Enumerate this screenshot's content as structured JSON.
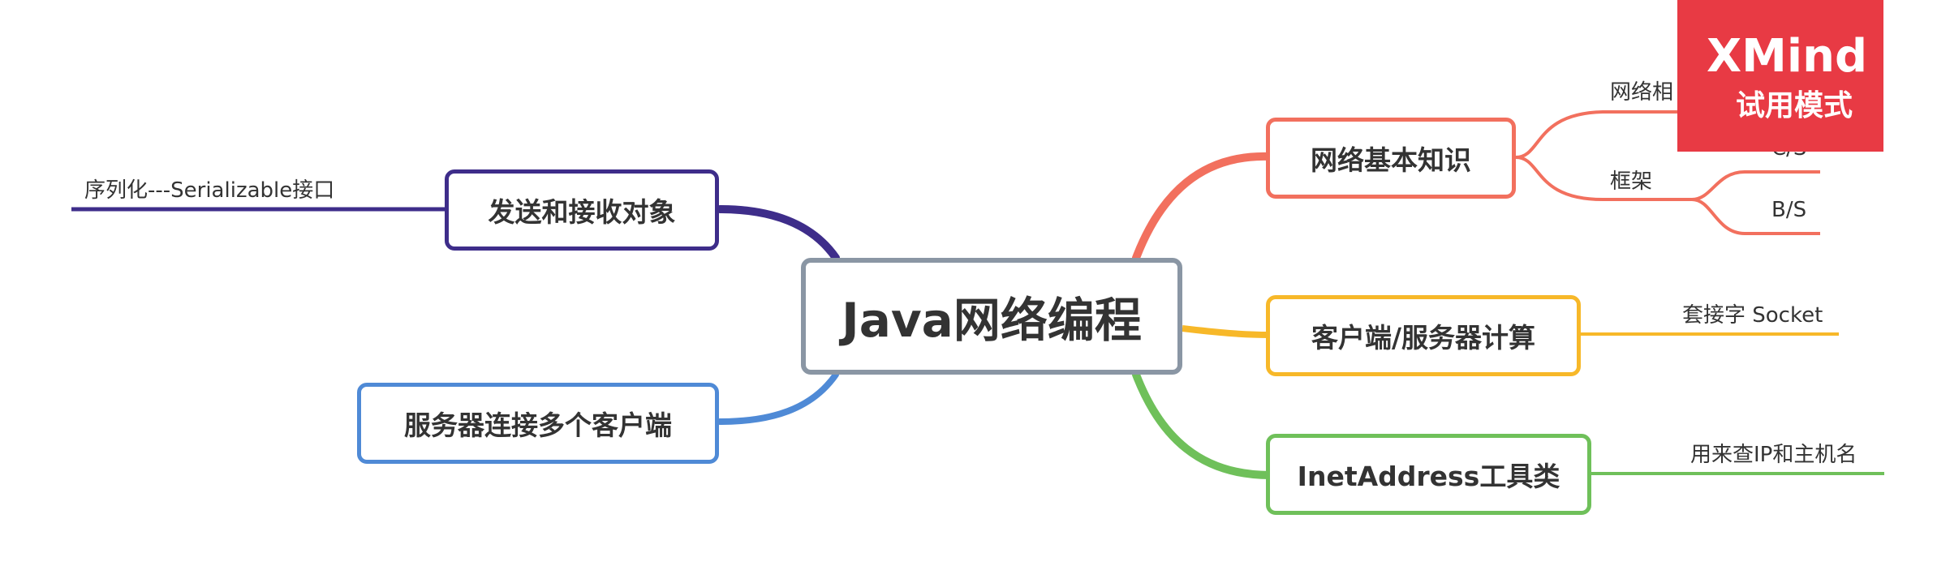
{
  "central_topic": "Java网络编程",
  "branches": {
    "network_basics": {
      "label": "网络基本知识",
      "color": "#f2705e",
      "leaves": {
        "related": "网络相",
        "framework": "框架",
        "cs": "C/S",
        "bs": "B/S"
      }
    },
    "client_server": {
      "label": "客户端/服务器计算",
      "color": "#f7b829",
      "leaves": {
        "socket": "套接字 Socket"
      }
    },
    "inetaddress": {
      "label": "InetAddress工具类",
      "color": "#6fc05a",
      "leaves": {
        "lookup": "用来查IP和主机名"
      }
    },
    "send_receive": {
      "label": "发送和接收对象",
      "color": "#3e2d8a",
      "leaves": {
        "serial": "序列化---Serializable接口"
      }
    },
    "multi_client": {
      "label": "服务器连接多个客户端",
      "color": "#4f8ad6",
      "leaves": {}
    }
  },
  "watermark": {
    "brand": "XMind",
    "mode": "试用模式",
    "color": "#e83a44"
  }
}
